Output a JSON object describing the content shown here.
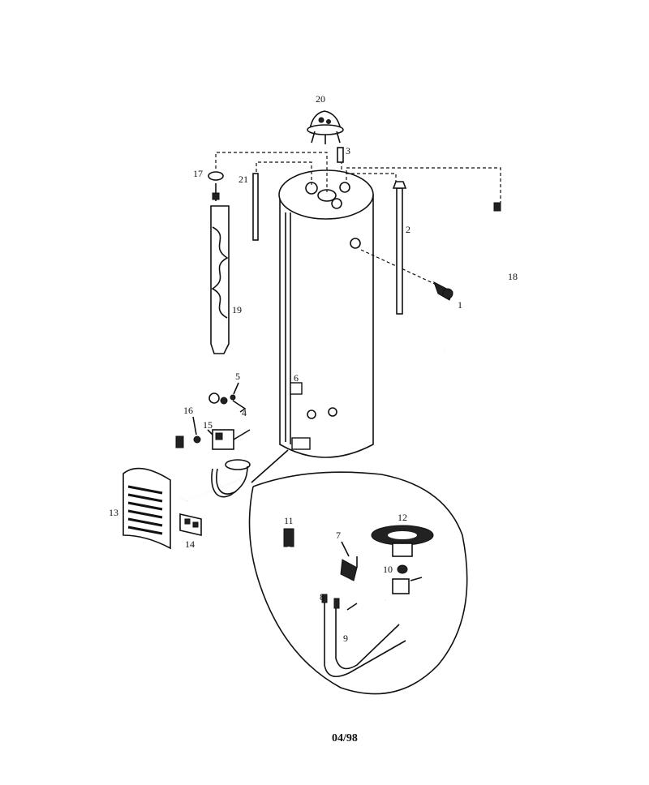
{
  "diagram": {
    "labels": {
      "p1": "1",
      "p2": "2",
      "p3": "3",
      "p4": "4",
      "p5": "5",
      "p6": "6",
      "p7": "7",
      "p8": "8",
      "p9": "9",
      "p10": "10",
      "p11": "11",
      "p12": "12",
      "p13": "13",
      "p14": "14",
      "p15": "15",
      "p16": "16",
      "p17": "17",
      "p18": "18",
      "p19": "19",
      "p20": "20",
      "p21": "21"
    },
    "footer_code": "04/98"
  }
}
